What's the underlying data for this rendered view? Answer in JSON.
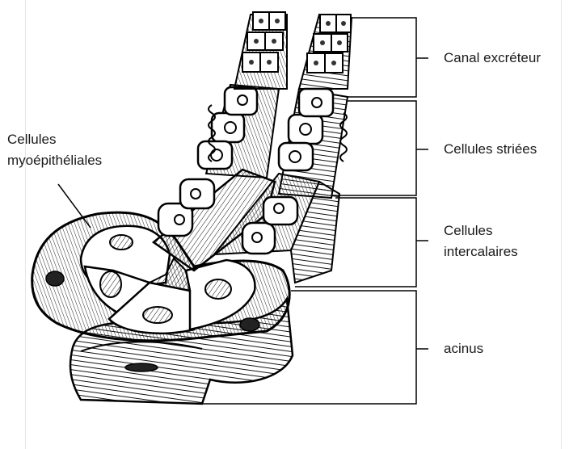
{
  "labels": {
    "canal_excreteur": "Canal excréteur",
    "cellules_striees": "Cellules striées",
    "cellules_intercalaires_1": "Cellules",
    "cellules_intercalaires_2": "intercalaires",
    "acinus": "acinus",
    "myoepitheliales_1": "Cellules",
    "myoepitheliales_2": "myoépithéliales"
  }
}
